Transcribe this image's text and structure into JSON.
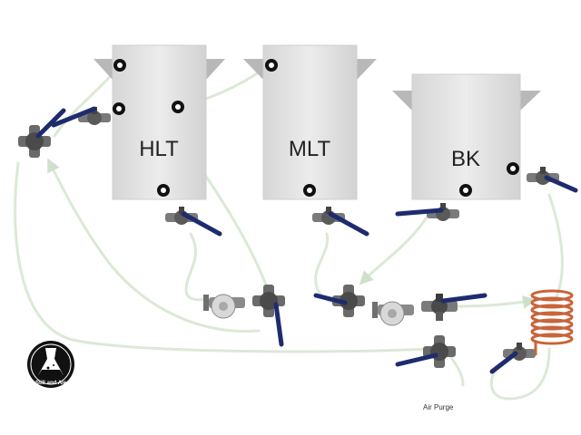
{
  "vessels": {
    "hlt": {
      "label": "HLT"
    },
    "mlt": {
      "label": "MLT"
    },
    "bk": {
      "label": "BK"
    }
  },
  "annotations": {
    "air_purge": "Air Purge"
  },
  "logo": {
    "text": "Still and Ale"
  },
  "colors": {
    "vessel_fill": "#e2e2e2",
    "vessel_shade": "#c8c8c8",
    "hose": "#e3efdf",
    "hose_edge": "#c9dcc4",
    "valve_handle": "#1e2c6e",
    "valve_body": "#5a5a5a",
    "coil": "#c8653a",
    "port_ring": "#111111"
  },
  "icons": [
    "ball-valve-icon",
    "three-way-valve-icon",
    "pump-icon",
    "counterflow-chiller-icon",
    "port-icon",
    "logo-icon"
  ]
}
